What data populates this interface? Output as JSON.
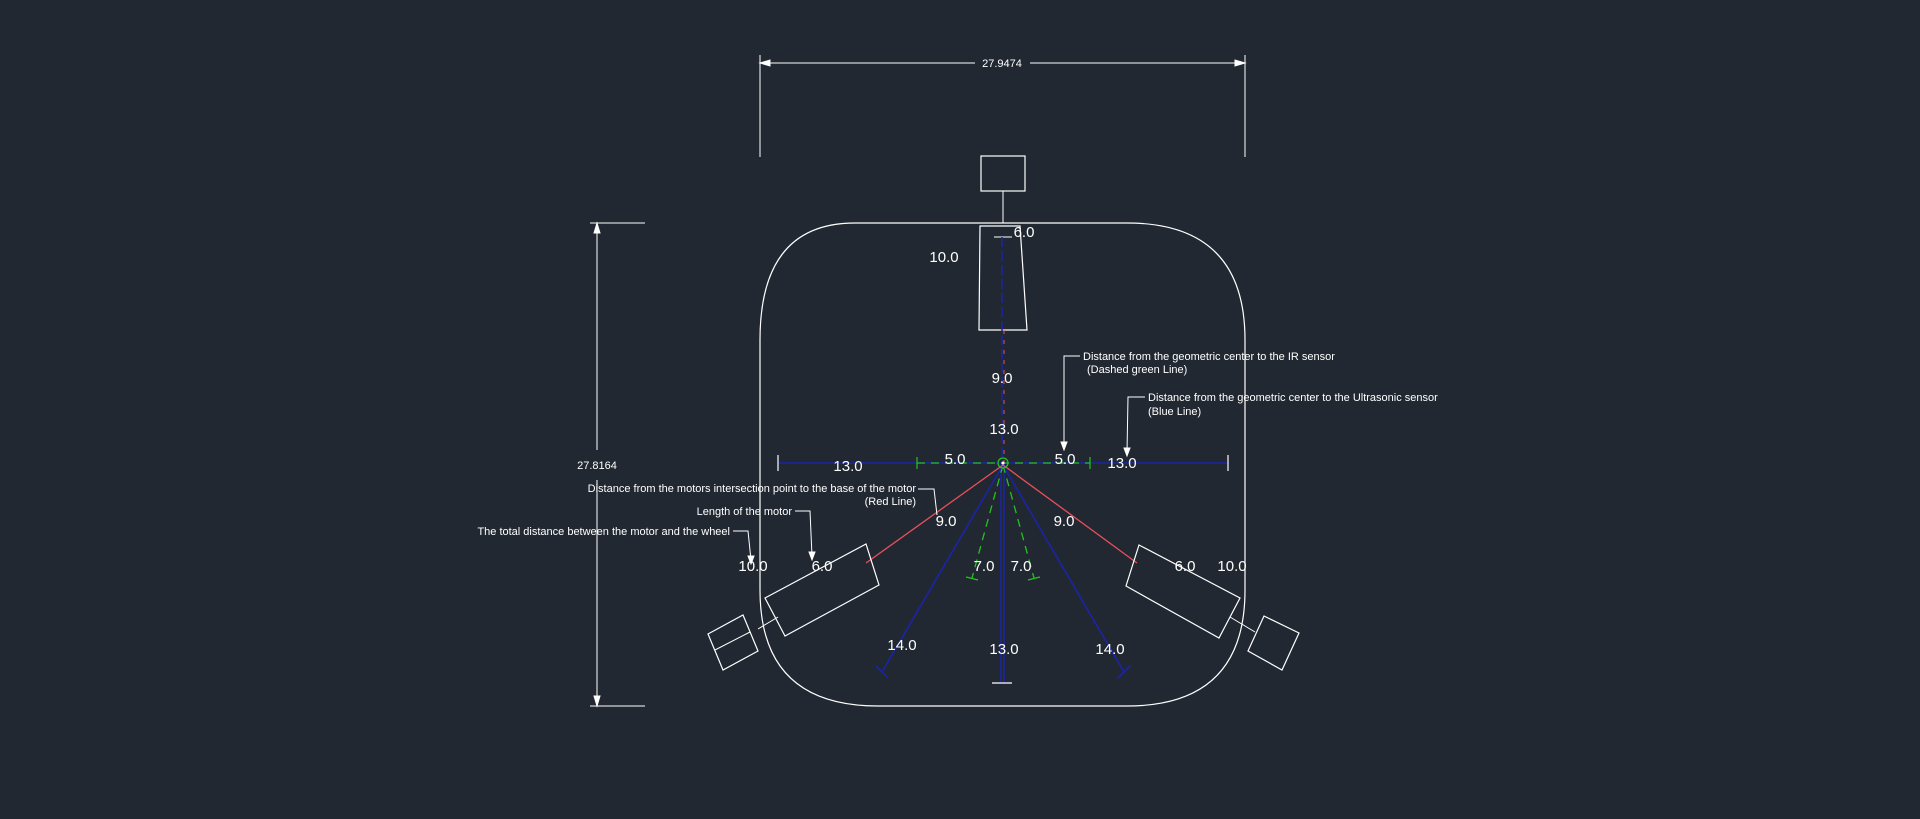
{
  "overall_dimensions": {
    "width": "27.9474",
    "height": "27.8164"
  },
  "dimension_labels": {
    "front_sensor_width": "6.0",
    "front_sensor_length": "10.0",
    "center_to_front_red": "9.0",
    "center_to_front_blue": "13.0",
    "left_blue": "13.0",
    "left_green": "5.0",
    "right_green": "5.0",
    "right_blue": "13.0",
    "left_red": "9.0",
    "right_red": "9.0",
    "left_motor_length": "6.0",
    "left_motor_wheel": "10.0",
    "right_motor_length": "6.0",
    "right_motor_wheel": "10.0",
    "left_green_diag": "7.0",
    "right_green_diag": "7.0",
    "left_blue_diag": "14.0",
    "bottom_blue": "13.0",
    "right_blue_diag": "14.0"
  },
  "annotations": {
    "ir_sensor_line1": "Distance from the geometric center to the IR sensor",
    "ir_sensor_line2": "(Dashed green Line)",
    "ultrasonic_line1": "Distance from the geometric center to the Ultrasonic sensor",
    "ultrasonic_line2": "(Blue Line)",
    "motor_base_line1": "Distance from the motors intersection point to the base of the motor",
    "motor_base_line2": "(Red Line)",
    "motor_length": "Length of the motor",
    "motor_wheel": "The total distance between the motor and the wheel"
  },
  "colors": {
    "background": "#222831",
    "outline": "#ffffff",
    "red_line": "#e8505b",
    "blue_line": "#1a24a8",
    "green_line": "#22c41e"
  }
}
